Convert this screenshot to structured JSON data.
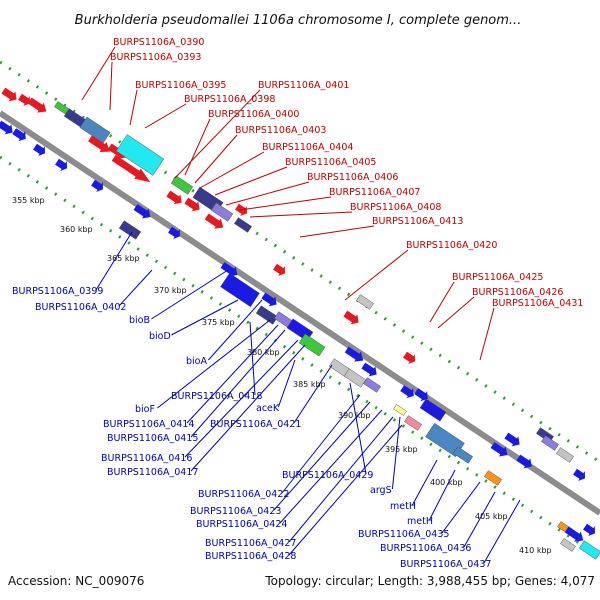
{
  "title": "Burkholderia pseudomallei 1106a chromosome I, complete genom...",
  "accession": "Accession: NC_009076",
  "summary": "Topology: circular; Length: 3,988,455 bp; Genes: 4,077",
  "colors": {
    "forward_label": "#c00000",
    "reverse_label": "#0000b4",
    "backbone": "#8c8c8c"
  },
  "scale_labels": [
    "355 kbp",
    "360 kbp",
    "365 kbp",
    "370 kbp",
    "375 kbp",
    "380 kbp",
    "385 kbp",
    "390 kbp",
    "395 kbp",
    "400 kbp",
    "405 kbp",
    "410 kbp"
  ],
  "forward_genes": [
    "BURPS1106A_0390",
    "BURPS1106A_0393",
    "BURPS1106A_0395",
    "BURPS1106A_0401",
    "BURPS1106A_0398",
    "BURPS1106A_0400",
    "BURPS1106A_0403",
    "BURPS1106A_0404",
    "BURPS1106A_0405",
    "BURPS1106A_0406",
    "BURPS1106A_0407",
    "BURPS1106A_0408",
    "BURPS1106A_0413",
    "BURPS1106A_0420",
    "BURPS1106A_0425",
    "BURPS1106A_0426",
    "BURPS1106A_0431"
  ],
  "reverse_genes": [
    "BURPS1106A_0399",
    "BURPS1106A_0402",
    "bioB",
    "bioD",
    "bioA",
    "BURPS1106A_0418",
    "bioF",
    "aceK",
    "BURPS1106A_0414",
    "BURPS1106A_0421",
    "BURPS1106A_0415",
    "BURPS1106A_0416",
    "BURPS1106A_0417",
    "BURPS1106A_0429",
    "argS",
    "BURPS1106A_0422",
    "metH",
    "BURPS1106A_0423",
    "BURPS1106A_0424",
    "metH",
    "BURPS1106A_0435",
    "BURPS1106A_0427",
    "BURPS1106A_0436",
    "BURPS1106A_0428",
    "BURPS1106A_0437"
  ]
}
